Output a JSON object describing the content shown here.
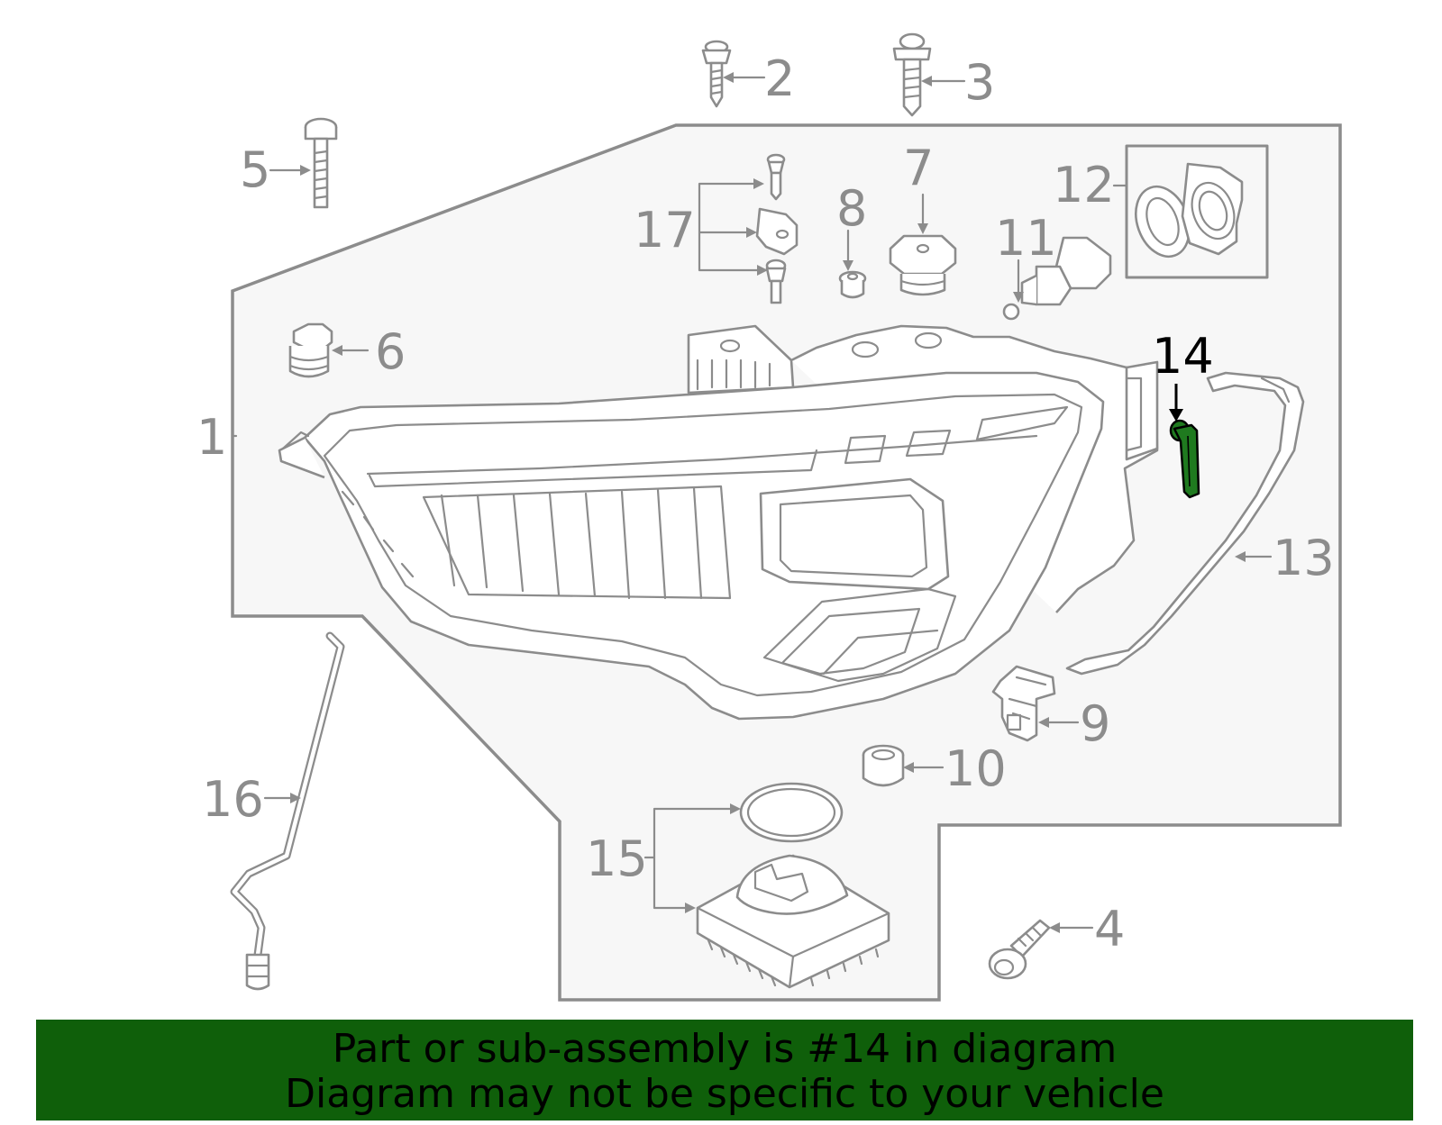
{
  "labels": {
    "p1": "1",
    "p2": "2",
    "p3": "3",
    "p4": "4",
    "p5": "5",
    "p6": "6",
    "p7": "7",
    "p8": "8",
    "p9": "9",
    "p10": "10",
    "p11": "11",
    "p12": "12",
    "p13": "13",
    "p14": "14",
    "p15": "15",
    "p16": "16",
    "p17": "17"
  },
  "banner": {
    "line1": "Part or sub-assembly is #14 in diagram",
    "line2": "Diagram may not be specific to your vehicle"
  },
  "colors": {
    "outline": "#8c8c8c",
    "highlight_part": "#1f7a1f",
    "banner_bg": "#0f5f0a"
  }
}
